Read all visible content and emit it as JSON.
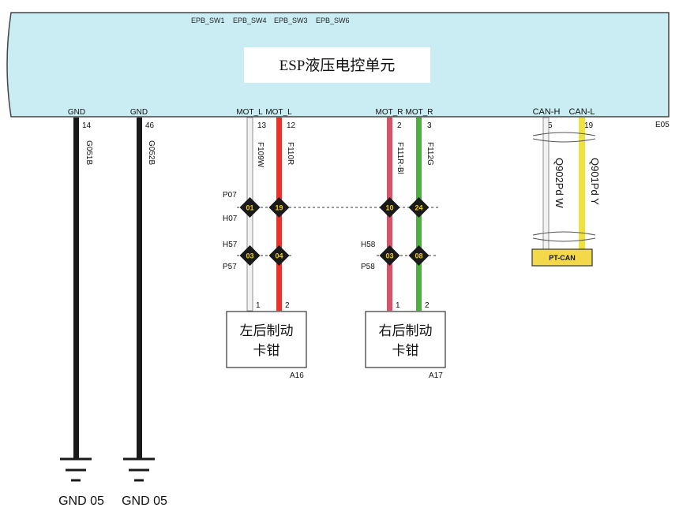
{
  "module": {
    "title": "ESP液压电控单元",
    "top_labels": [
      "EPB_SW1",
      "EPB_SW4",
      "EPB_SW3",
      "EPB_SW6"
    ],
    "connector_id": "E05"
  },
  "pins": [
    {
      "name": "GND",
      "num": "14"
    },
    {
      "name": "GND",
      "num": "46"
    },
    {
      "name": "MOT_L",
      "num": "13"
    },
    {
      "name": "MOT_L",
      "num": "12"
    },
    {
      "name": "MOT_R",
      "num": "2"
    },
    {
      "name": "MOT_R",
      "num": "3"
    },
    {
      "name": "CAN-H",
      "num": "5"
    },
    {
      "name": "CAN-L",
      "num": "19"
    }
  ],
  "wires": [
    {
      "code": "G051B",
      "color": "#1a1a1a"
    },
    {
      "code": "G052B",
      "color": "#1a1a1a"
    },
    {
      "code": "F109W",
      "color": "#f2f2f2"
    },
    {
      "code": "F110R",
      "color": "#e8322b"
    },
    {
      "code": "F111R-Bl",
      "color": "#d4546a"
    },
    {
      "code": "F112G",
      "color": "#4caf3f"
    },
    {
      "code": "Q902Pd W",
      "color": "#f2f2f2"
    },
    {
      "code": "Q901Pd Y",
      "color": "#f0e23c"
    }
  ],
  "connector_labels": {
    "p07": "P07",
    "h07": "H07",
    "h57": "H57",
    "p57": "P57",
    "h58": "H58",
    "p58": "P58"
  },
  "splices": {
    "upper": [
      "01",
      "19",
      "10",
      "24"
    ],
    "lower": [
      "03",
      "04",
      "03",
      "08"
    ]
  },
  "components": [
    {
      "line1": "左后制动",
      "line2": "卡钳",
      "id": "A16",
      "pin1": "1",
      "pin2": "2"
    },
    {
      "line1": "右后制动",
      "line2": "卡钳",
      "id": "A17",
      "pin1": "1",
      "pin2": "2"
    }
  ],
  "can_bus": {
    "label": "PT-CAN"
  },
  "grounds": [
    "GND 05",
    "GND 05"
  ],
  "colors": {
    "module_fill": "#c9edf3",
    "bus_fill": "#f3d94a"
  }
}
